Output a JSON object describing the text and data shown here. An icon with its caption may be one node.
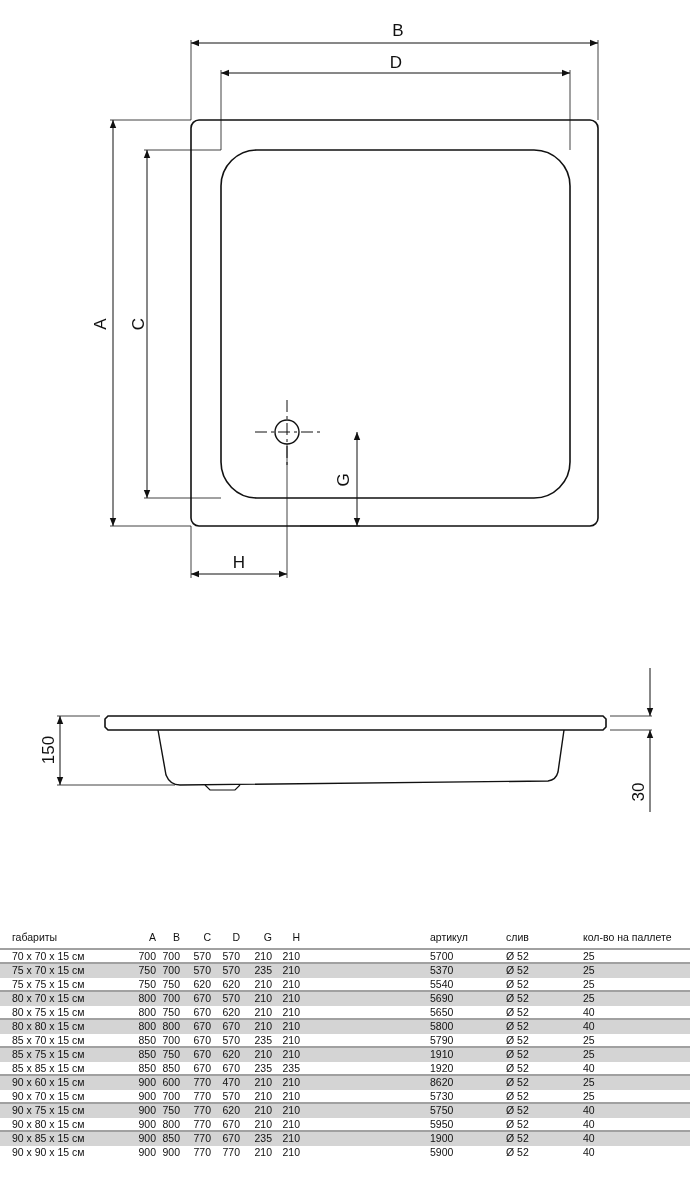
{
  "diagram": {
    "labels": [
      "B",
      "D",
      "A",
      "C",
      "G",
      "H",
      "150",
      "30",
      "габариты",
      "A",
      "B",
      "C",
      "D",
      "G",
      "H",
      "артикул",
      "слив",
      "кол-во на паллете",
      "70 x 70 x 15 см",
      "700",
      "700",
      "570",
      "570",
      "210",
      "210",
      "5700",
      "Ø 52",
      "25",
      "75 x 70 x 15 см",
      "750",
      "700",
      "570",
      "570",
      "235",
      "210",
      "5370",
      "Ø 52",
      "25",
      "75 x 75 x 15 см",
      "750",
      "750",
      "620",
      "620",
      "210",
      "210",
      "5540",
      "Ø 52",
      "25",
      "80 x 70 x 15 см",
      "800",
      "700",
      "670",
      "570",
      "210",
      "210",
      "5690",
      "Ø 52",
      "25",
      "80 x 75 x 15 см",
      "800",
      "750",
      "670",
      "620",
      "210",
      "210",
      "5650",
      "Ø 52",
      "40",
      "80 x 80 x 15 см",
      "800",
      "800",
      "670",
      "670",
      "210",
      "210",
      "5800",
      "Ø 52",
      "40",
      "85 x 70 x 15 см",
      "850",
      "700",
      "670",
      "570",
      "235",
      "210",
      "5790",
      "Ø 52",
      "25",
      "85 x 75 x 15 см",
      "850",
      "750",
      "670",
      "620",
      "210",
      "210",
      "1910",
      "Ø 52",
      "25",
      "85 x 85 x 15 см",
      "850",
      "850",
      "670",
      "670",
      "235",
      "235",
      "1920",
      "Ø 52",
      "40",
      "90 x 60 x 15 см",
      "900",
      "600",
      "770",
      "470",
      "210",
      "210",
      "8620",
      "Ø 52",
      "25",
      "90 x 70 x 15 см",
      "900",
      "700",
      "770",
      "570",
      "210",
      "210",
      "5730",
      "Ø 52",
      "25",
      "90 x 75 x 15 см",
      "900",
      "750",
      "770",
      "620",
      "210",
      "210",
      "5750",
      "Ø 52",
      "40",
      "90 x 80 x 15 см",
      "900",
      "800",
      "770",
      "670",
      "210",
      "210",
      "5950",
      "Ø 52",
      "40",
      "90 x 85 x 15 см",
      "900",
      "850",
      "770",
      "670",
      "235",
      "210",
      "1900",
      "Ø 52",
      "40",
      "90 x 90 x 15 см",
      "900",
      "900",
      "770",
      "770",
      "210",
      "210",
      "5900",
      "Ø 52",
      "40"
    ]
  }
}
